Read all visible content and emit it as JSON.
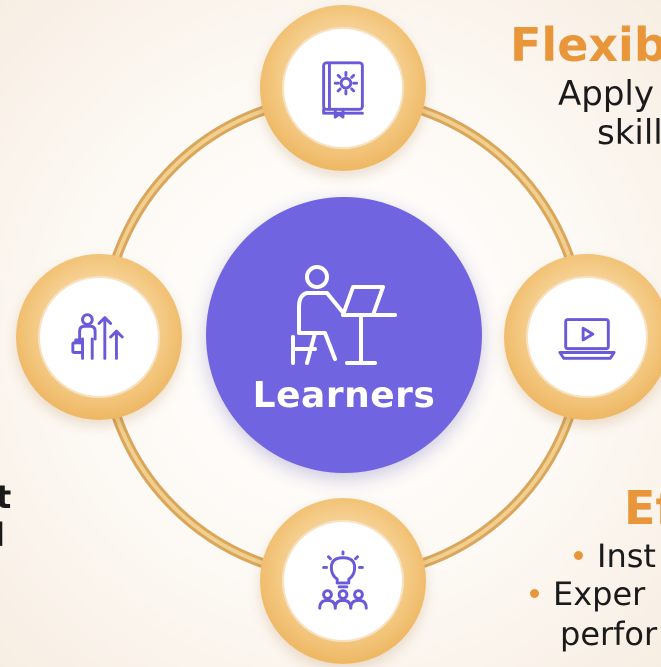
{
  "center": {
    "label": "Learners",
    "icon": "learner-at-laptop-icon",
    "color": "#7164e0"
  },
  "nodes": [
    {
      "position": "top",
      "icon": "book-gear-icon"
    },
    {
      "position": "right",
      "icon": "laptop-video-play-icon"
    },
    {
      "position": "bottom",
      "icon": "lightbulb-team-icon"
    },
    {
      "position": "left",
      "icon": "person-growth-arrows-icon"
    }
  ],
  "flexibility": {
    "heading": "Flexib",
    "line1": "Apply",
    "line2": "skill"
  },
  "effectiveness": {
    "heading": "Ef",
    "bullet1": "Inst",
    "bullet2": "Exper",
    "line3": "perfor"
  },
  "left_text": {
    "line1": "t",
    "line2": "l"
  },
  "colors": {
    "ring": "#d8a55a",
    "accent_orange": "#e9963a",
    "icon_purple": "#6a5ad9",
    "background": "#fbf7f2"
  }
}
